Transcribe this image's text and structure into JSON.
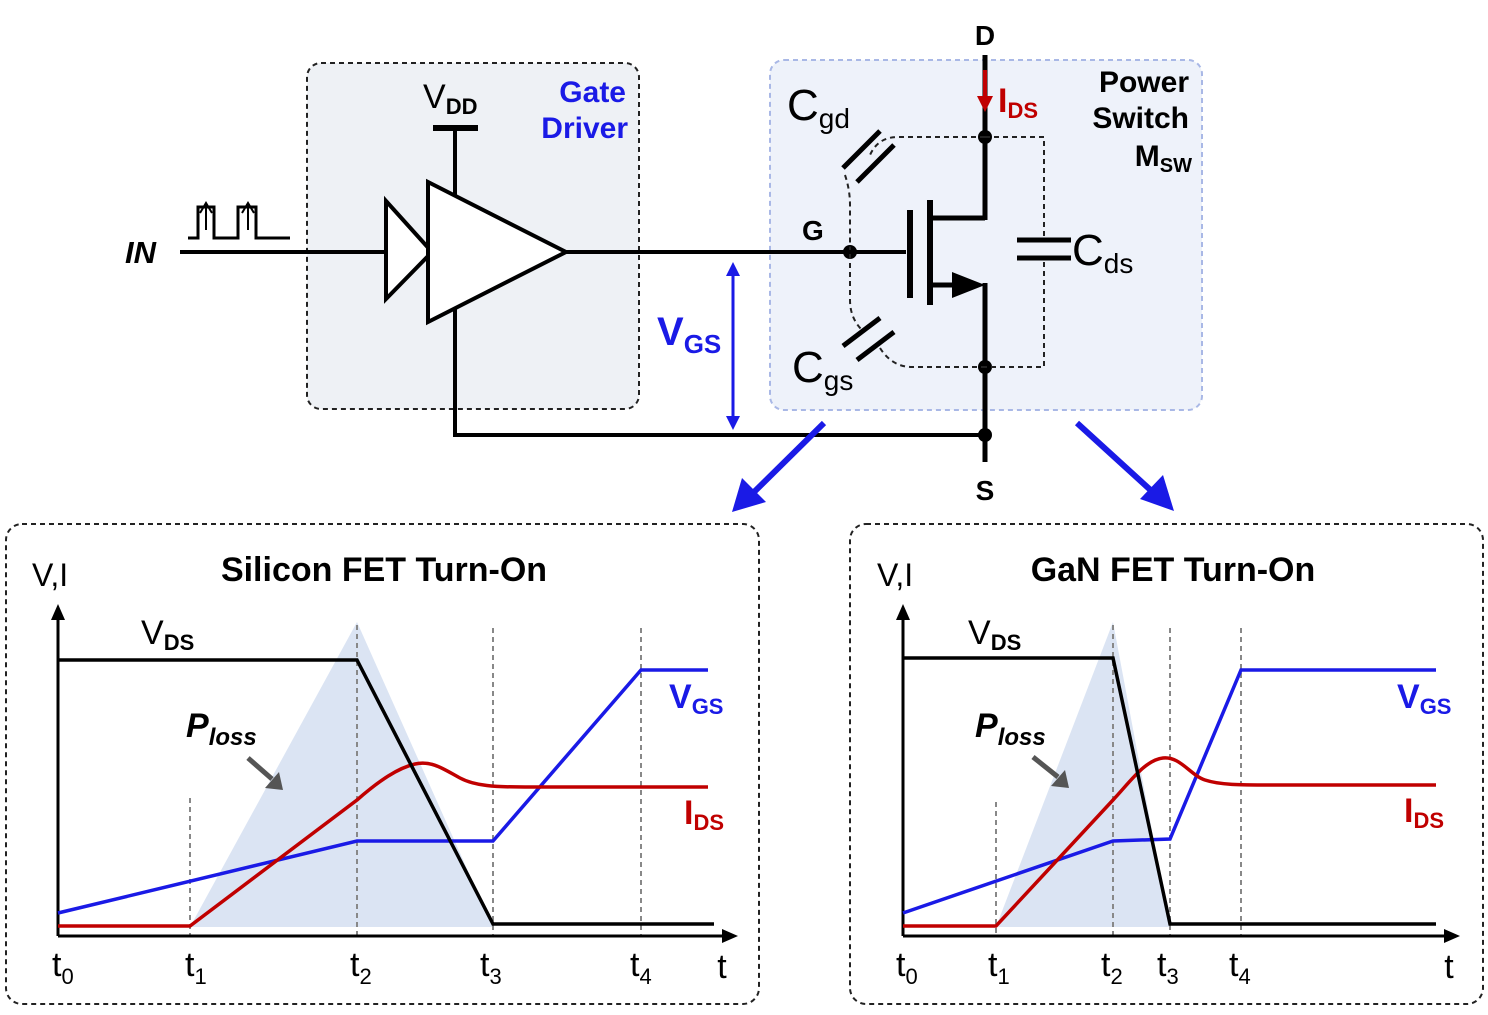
{
  "circuit": {
    "input_label": "IN",
    "vdd": {
      "main": "V",
      "sub": "DD"
    },
    "gate_driver_line1": "Gate",
    "gate_driver_line2": "Driver",
    "power_switch_line1": "Power",
    "power_switch_line2": "Switch",
    "msw": {
      "main": "M",
      "sub": "SW"
    },
    "drain": "D",
    "source": "S",
    "gate": "G",
    "ids": {
      "main": "I",
      "sub": "DS"
    },
    "cgd": {
      "main": "C",
      "sub": "gd"
    },
    "cgs": {
      "main": "C",
      "sub": "gs"
    },
    "cds": {
      "main": "C",
      "sub": "ds"
    },
    "vgs": {
      "main": "V",
      "sub": "GS"
    }
  },
  "colors": {
    "blue": "#1a1ae6",
    "red": "#c00000",
    "black": "#000000",
    "ploss_fill": "#dbe4f3",
    "switch_bg": "#eef2fa",
    "driver_bg": "#eef1f5",
    "arrow_gray": "#555555"
  },
  "chart_data": [
    {
      "type": "line",
      "title": "Silicon FET Turn-On",
      "ylabel": "V,I",
      "xlabel": "t",
      "x_ticks": [
        {
          "main": "t",
          "sub": "0"
        },
        {
          "main": "t",
          "sub": "1"
        },
        {
          "main": "t",
          "sub": "2"
        },
        {
          "main": "t",
          "sub": "3"
        },
        {
          "main": "t",
          "sub": "4"
        }
      ],
      "series": [
        {
          "name": "VDS",
          "label": {
            "main": "V",
            "sub": "DS"
          }
        },
        {
          "name": "VGS",
          "label": {
            "main": "V",
            "sub": "GS"
          }
        },
        {
          "name": "IDS",
          "label": {
            "main": "I",
            "sub": "DS"
          }
        }
      ],
      "annotation": {
        "main": "P",
        "sub": "loss"
      }
    },
    {
      "type": "line",
      "title": "GaN FET Turn-On",
      "ylabel": "V,I",
      "xlabel": "t",
      "x_ticks": [
        {
          "main": "t",
          "sub": "0"
        },
        {
          "main": "t",
          "sub": "1"
        },
        {
          "main": "t",
          "sub": "2"
        },
        {
          "main": "t",
          "sub": "3"
        },
        {
          "main": "t",
          "sub": "4"
        }
      ],
      "series": [
        {
          "name": "VDS",
          "label": {
            "main": "V",
            "sub": "DS"
          }
        },
        {
          "name": "VGS",
          "label": {
            "main": "V",
            "sub": "GS"
          }
        },
        {
          "name": "IDS",
          "label": {
            "main": "I",
            "sub": "DS"
          }
        }
      ],
      "annotation": {
        "main": "P",
        "sub": "loss"
      }
    }
  ]
}
